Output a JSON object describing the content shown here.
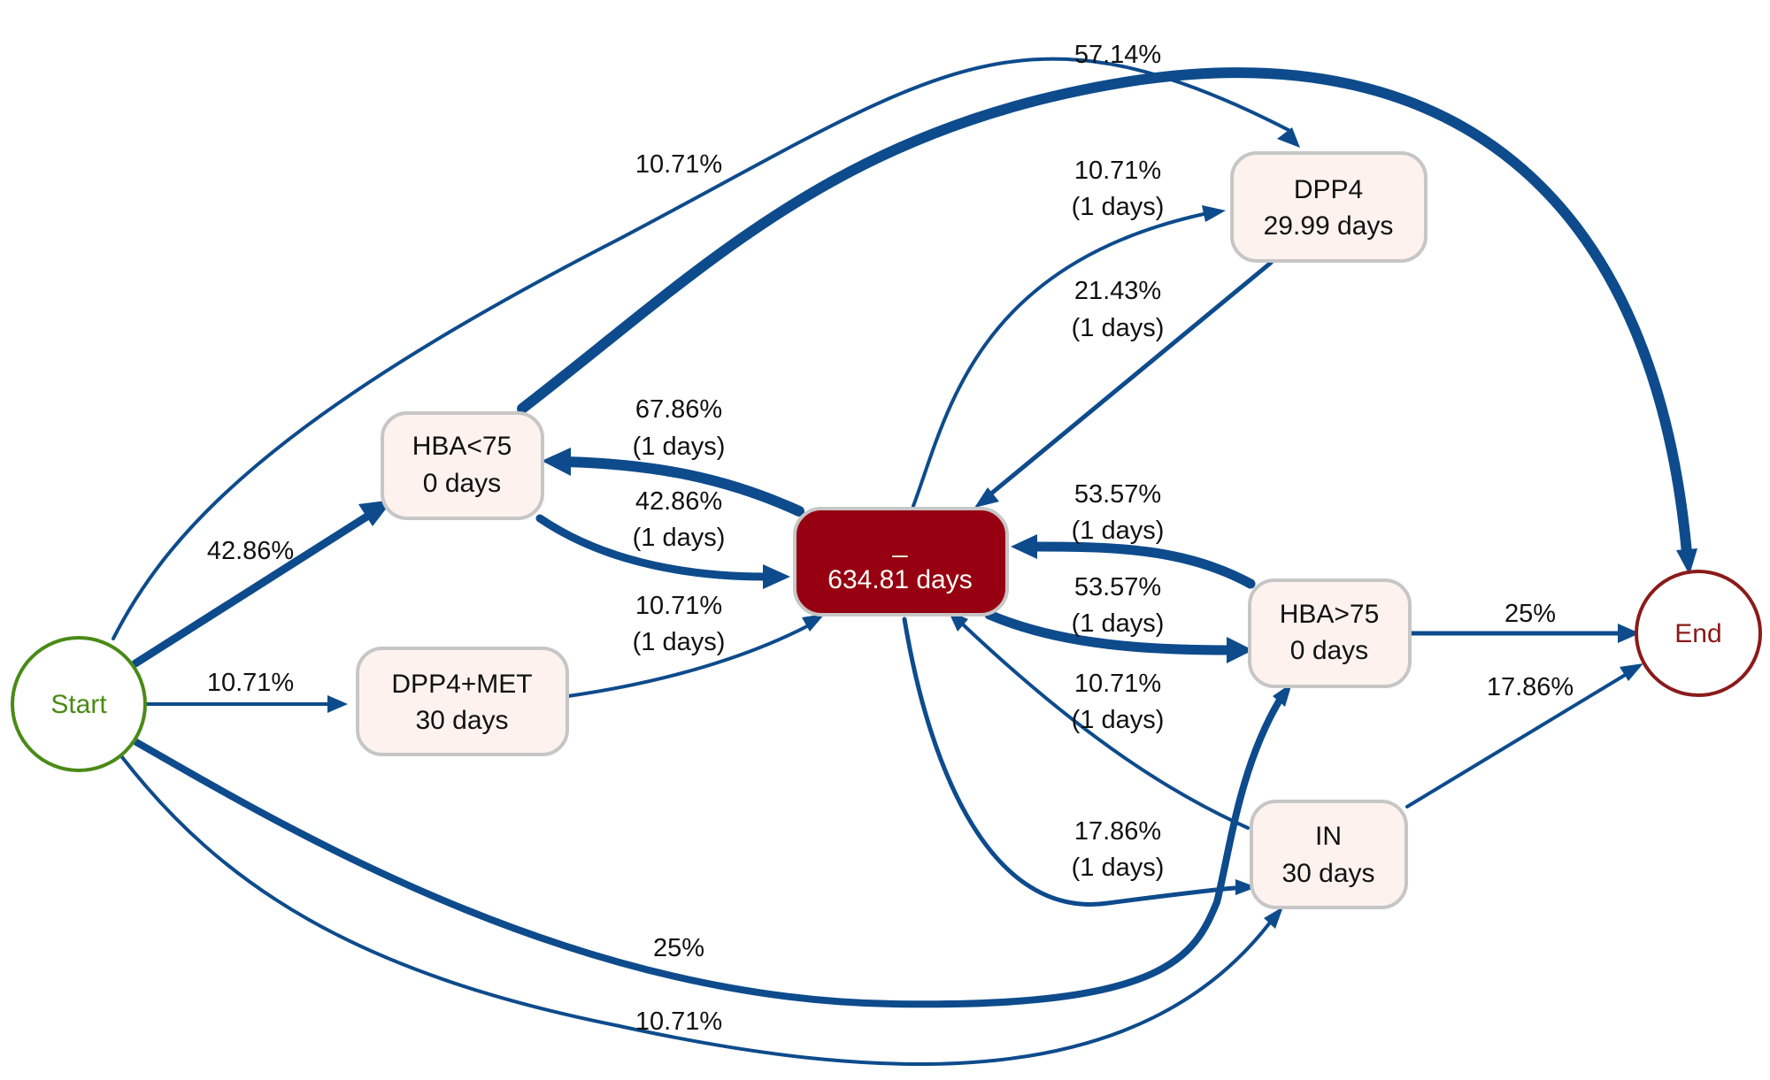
{
  "colors": {
    "edge": "#0d4b8c",
    "start": "#4a8a16",
    "end": "#8b1a1a",
    "activity_fill": "#fdf2ee",
    "activity_stroke": "#c6c6c6",
    "hub_fill": "#960010",
    "hub_text": "#ffffff",
    "label_text": "#111111"
  },
  "nodes": {
    "start": {
      "label": "Start"
    },
    "end": {
      "label": "End"
    },
    "hub": {
      "line1": "_",
      "line2": "634.81 days"
    },
    "hba_lt75": {
      "line1": "HBA<75",
      "line2": "0 days"
    },
    "dpp4_met": {
      "line1": "DPP4+MET",
      "line2": "30 days"
    },
    "dpp4": {
      "line1": "DPP4",
      "line2": "29.99 days"
    },
    "hba_gt75": {
      "line1": "HBA>75",
      "line2": "0 days"
    },
    "in": {
      "line1": "IN",
      "line2": "30 days"
    }
  },
  "edges": [
    {
      "id": "start-hbalt75",
      "from": "Start",
      "to": "HBA<75",
      "label": "42.86%",
      "sub": ""
    },
    {
      "id": "start-dpp4met",
      "from": "Start",
      "to": "DPP4+MET",
      "label": "10.71%",
      "sub": ""
    },
    {
      "id": "start-dpp4",
      "from": "Start",
      "to": "DPP4",
      "label": "10.71%",
      "sub": ""
    },
    {
      "id": "start-hbagt75",
      "from": "Start",
      "to": "HBA>75",
      "label": "25%",
      "sub": ""
    },
    {
      "id": "start-in",
      "from": "Start",
      "to": "IN",
      "label": "10.71%",
      "sub": ""
    },
    {
      "id": "hbalt75-end",
      "from": "HBA<75",
      "to": "End",
      "label": "57.14%",
      "sub": ""
    },
    {
      "id": "hub-hbalt75",
      "from": "_",
      "to": "HBA<75",
      "label": "67.86%",
      "sub": "(1 days)"
    },
    {
      "id": "hbalt75-hub",
      "from": "HBA<75",
      "to": "_",
      "label": "42.86%",
      "sub": "(1 days)"
    },
    {
      "id": "dpp4met-hub",
      "from": "DPP4+MET",
      "to": "_",
      "label": "10.71%",
      "sub": "(1 days)"
    },
    {
      "id": "hub-dpp4",
      "from": "_",
      "to": "DPP4",
      "label": "10.71%",
      "sub": "(1 days)"
    },
    {
      "id": "dpp4-hub",
      "from": "DPP4",
      "to": "_",
      "label": "21.43%",
      "sub": "(1 days)"
    },
    {
      "id": "hbagt75-hub",
      "from": "HBA>75",
      "to": "_",
      "label": "53.57%",
      "sub": "(1 days)"
    },
    {
      "id": "hub-hbagt75",
      "from": "_",
      "to": "HBA>75",
      "label": "53.57%",
      "sub": "(1 days)"
    },
    {
      "id": "in-hub",
      "from": "IN",
      "to": "_",
      "label": "10.71%",
      "sub": "(1 days)"
    },
    {
      "id": "hub-in",
      "from": "_",
      "to": "IN",
      "label": "17.86%",
      "sub": "(1 days)"
    },
    {
      "id": "hbagt75-end",
      "from": "HBA>75",
      "to": "End",
      "label": "25%",
      "sub": ""
    },
    {
      "id": "in-end",
      "from": "IN",
      "to": "End",
      "label": "17.86%",
      "sub": ""
    }
  ]
}
